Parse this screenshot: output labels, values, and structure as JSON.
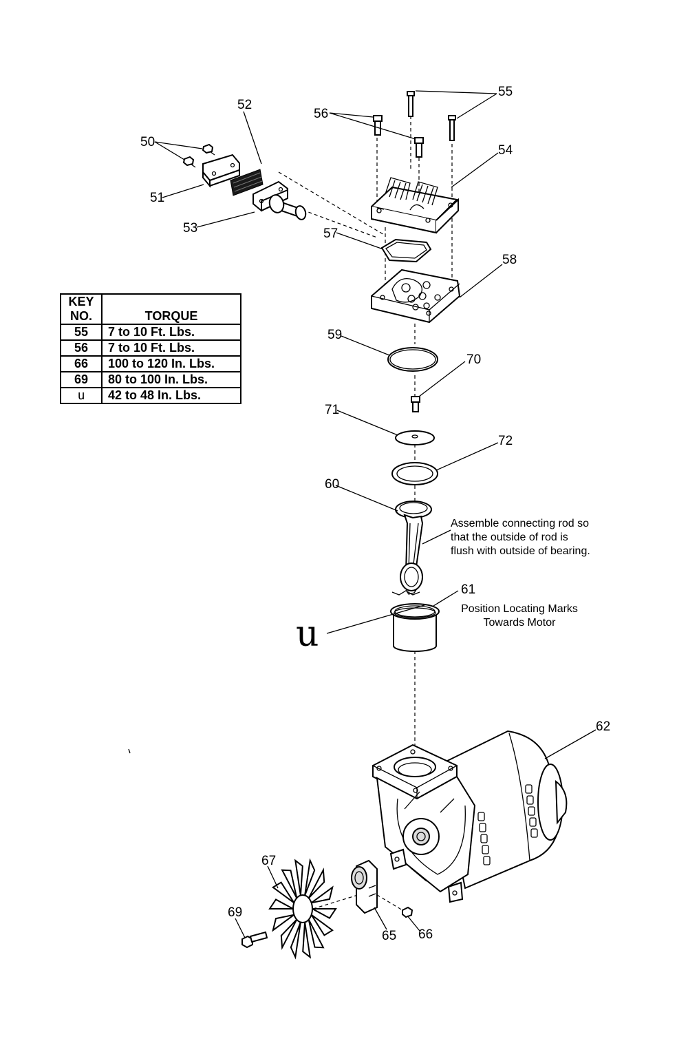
{
  "part_labels": {
    "p50": "50",
    "p51": "51",
    "p52": "52",
    "p53": "53",
    "p54": "54",
    "p55": "55",
    "p56": "56",
    "p57": "57",
    "p58": "58",
    "p59": "59",
    "p60": "60",
    "p61": "61",
    "p62": "62",
    "p65": "65",
    "p66": "66",
    "p67": "67",
    "p69": "69",
    "p70": "70",
    "p71": "71",
    "p72": "72"
  },
  "notes": {
    "rod_line1": "Assemble connecting rod so",
    "rod_line2": "that the outside of rod is",
    "rod_line3": "flush with outside of bearing.",
    "marks_line1": "Position Locating Marks",
    "marks_line2": "Towards Motor"
  },
  "torque_symbol": "u",
  "torque_table": {
    "header_key_line1": "KEY",
    "header_key_line2": "NO.",
    "header_torque": "TORQUE",
    "rows": [
      {
        "key": "55",
        "torque": "7 to 10 Ft. Lbs."
      },
      {
        "key": "56",
        "torque": "7 to 10 Ft. Lbs."
      },
      {
        "key": "66",
        "torque": "100 to 120 In. Lbs."
      },
      {
        "key": "69",
        "torque": "80 to 100 In. Lbs."
      },
      {
        "key": "u",
        "torque": "42 to 48 In. Lbs."
      }
    ]
  }
}
